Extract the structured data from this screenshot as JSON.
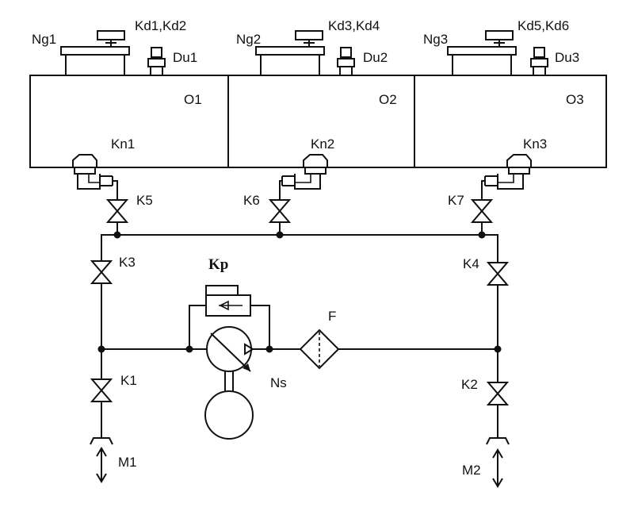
{
  "tanks": [
    {
      "tank": "O1",
      "neck": "Ng1",
      "sensors": "Kd1,Kd2",
      "gauge": "Du1",
      "outlet": "Kn1"
    },
    {
      "tank": "O2",
      "neck": "Ng2",
      "sensors": "Kd3,Kd4",
      "gauge": "Du2",
      "outlet": "Kn2"
    },
    {
      "tank": "O3",
      "neck": "Ng3",
      "sensors": "Kd5,Kd6",
      "gauge": "Du3",
      "outlet": "Kn3"
    }
  ],
  "valves": {
    "k1": "K1",
    "k2": "K2",
    "k3": "K3",
    "k4": "K4",
    "k5": "K5",
    "k6": "K6",
    "k7": "K7"
  },
  "components": {
    "relief_valve": "Kp",
    "pump": "Ns",
    "filter": "F"
  },
  "ports": {
    "m1": "M1",
    "m2": "M2"
  }
}
